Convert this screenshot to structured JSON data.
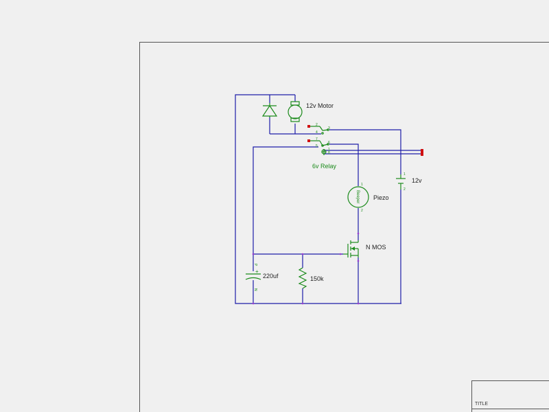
{
  "schematic": {
    "components": {
      "motor": "12v Motor",
      "relay": "6v Relay",
      "battery": "12v",
      "piezo": "Piezo",
      "piezo_text": "Beeper",
      "mosfet": "N MOS",
      "capacitor": "220uf",
      "resistor": "150k"
    },
    "pins": {
      "relay": [
        "2",
        "3",
        "4",
        "7",
        "6",
        "5",
        "1",
        "8"
      ],
      "battery": [
        "1",
        "2"
      ],
      "piezo": [
        "1",
        "2"
      ],
      "capacitor": [
        "P",
        "N"
      ],
      "capacitor_plus": "+"
    },
    "title_block": {
      "title_label": "TITLE"
    },
    "colors": {
      "wire": "#1c1ca8",
      "component": "#1a8a1a",
      "terminal": "#d01010",
      "junction": "#9a3ad0"
    }
  }
}
